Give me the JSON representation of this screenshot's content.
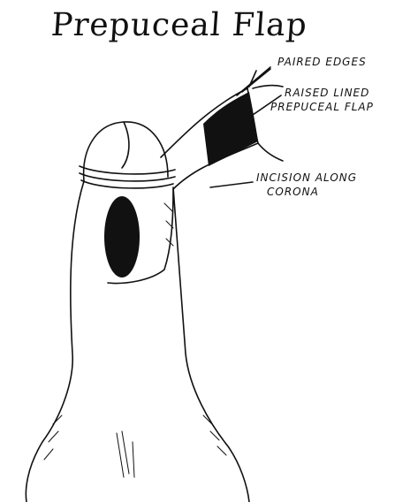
{
  "title": "Prepuceal Flap",
  "labels": {
    "paired_edges": "PAIRED EDGES",
    "raised_line1": "RAISED LINED",
    "raised_line2": "PREPUCEAL FLAP",
    "incision_line1": "INCISION ALONG",
    "incision_line2": "CORONA"
  },
  "colors": {
    "ink": "#111111",
    "paper": "#ffffff"
  }
}
